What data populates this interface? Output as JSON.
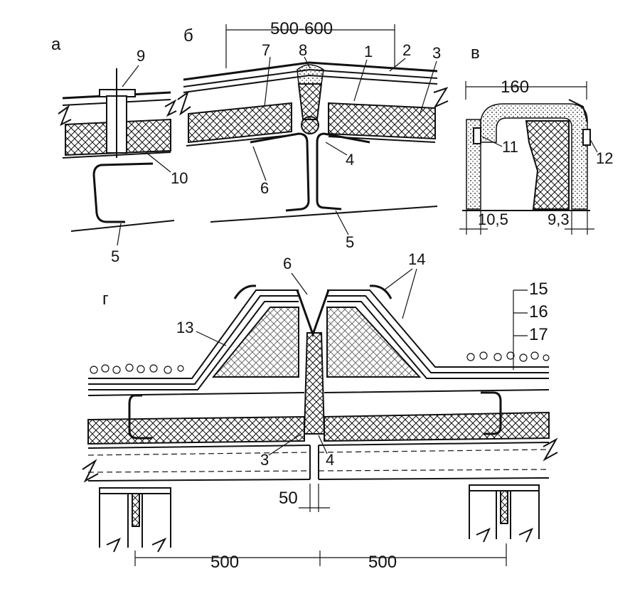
{
  "views": {
    "a": "а",
    "b": "б",
    "v": "в",
    "g": "г"
  },
  "dimensions": {
    "top_span": "500-600",
    "v_width": "160",
    "v_left": "10,5",
    "v_right": "9,3",
    "g_gap": "50",
    "g_left": "500",
    "g_right": "500"
  },
  "callouts": {
    "c1": "1",
    "c2": "2",
    "c3a": "3",
    "c4a": "4",
    "c5a": "5",
    "c5b": "5",
    "c6a": "6",
    "c7": "7",
    "c8": "8",
    "c9": "9",
    "c10": "10",
    "c11": "11",
    "c12": "12",
    "c13": "13",
    "c14": "14",
    "c15": "15",
    "c16": "16",
    "c17": "17",
    "c6g": "6",
    "c3g": "3",
    "c4g": "4"
  }
}
